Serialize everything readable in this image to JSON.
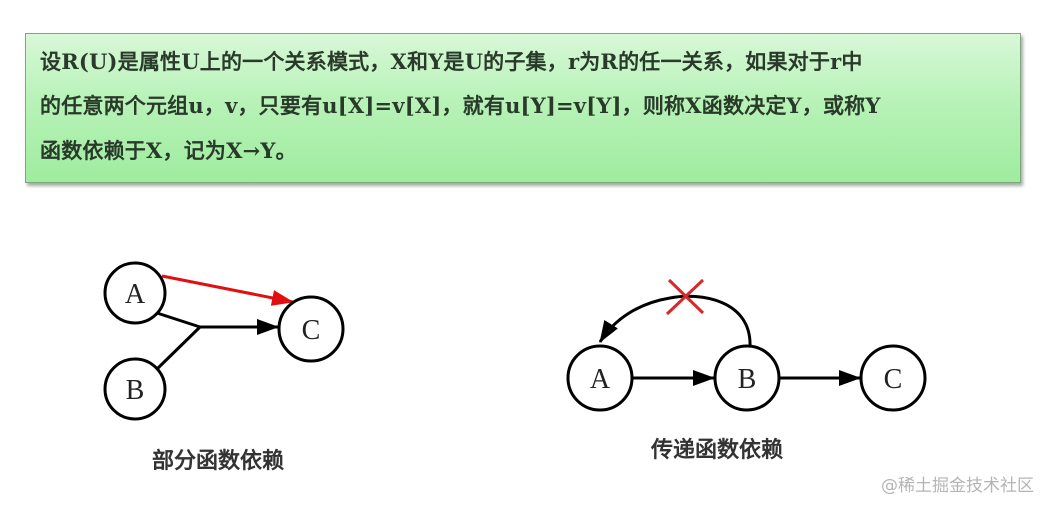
{
  "definition": {
    "lines": [
      "设R(U)是属性U上的一个关系模式，X和Y是U的子集，r为R的任一关系，如果对于r中",
      "的任意两个元组u，v，只要有u[X]=v[X]，就有u[Y]=v[Y]，则称X函数决定Y，或称Y",
      "函数依赖于X，记为X→Y。"
    ],
    "background_color": "#b8f2b8"
  },
  "diagrams": {
    "partial": {
      "caption": "部分函数依赖",
      "nodes": [
        "A",
        "B",
        "C"
      ],
      "edges": [
        {
          "from": [
            "A",
            "B"
          ],
          "to": "C",
          "color": "#000000"
        },
        {
          "from": "A",
          "to": "C",
          "color": "#e01010"
        }
      ]
    },
    "transitive": {
      "caption": "传递函数依赖",
      "nodes": [
        "A",
        "B",
        "C"
      ],
      "edges": [
        {
          "from": "A",
          "to": "B",
          "color": "#000000"
        },
        {
          "from": "B",
          "to": "C",
          "color": "#000000"
        },
        {
          "from": "B",
          "to": "A",
          "color": "#000000",
          "crossed_out": true
        }
      ],
      "cross_color": "#d42a2a"
    }
  },
  "watermark": "@稀土掘金技术社区"
}
